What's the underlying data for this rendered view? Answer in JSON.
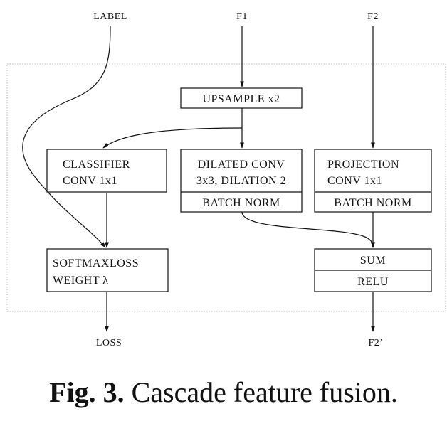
{
  "inputs": {
    "label": "LABEL",
    "f1": "F1",
    "f2": "F2"
  },
  "outputs": {
    "loss": "LOSS",
    "f2_out": "F2’"
  },
  "nodes": {
    "upsample": "UPSAMPLE x2",
    "classifier": [
      "CLASSIFIER",
      "CONV 1x1"
    ],
    "dilated": [
      "DILATED CONV",
      "3x3, DILATION 2"
    ],
    "dilated_bn": "BATCH NORM",
    "projection": [
      "PROJECTION",
      "CONV 1x1"
    ],
    "projection_bn": "BATCH NORM",
    "softmax": [
      "SOFTMAXLOSS",
      "WEIGHT λ"
    ],
    "sum": "SUM",
    "relu": "RELU"
  },
  "caption": {
    "label": "Fig. 3.",
    "text": "Cascade feature fusion."
  }
}
